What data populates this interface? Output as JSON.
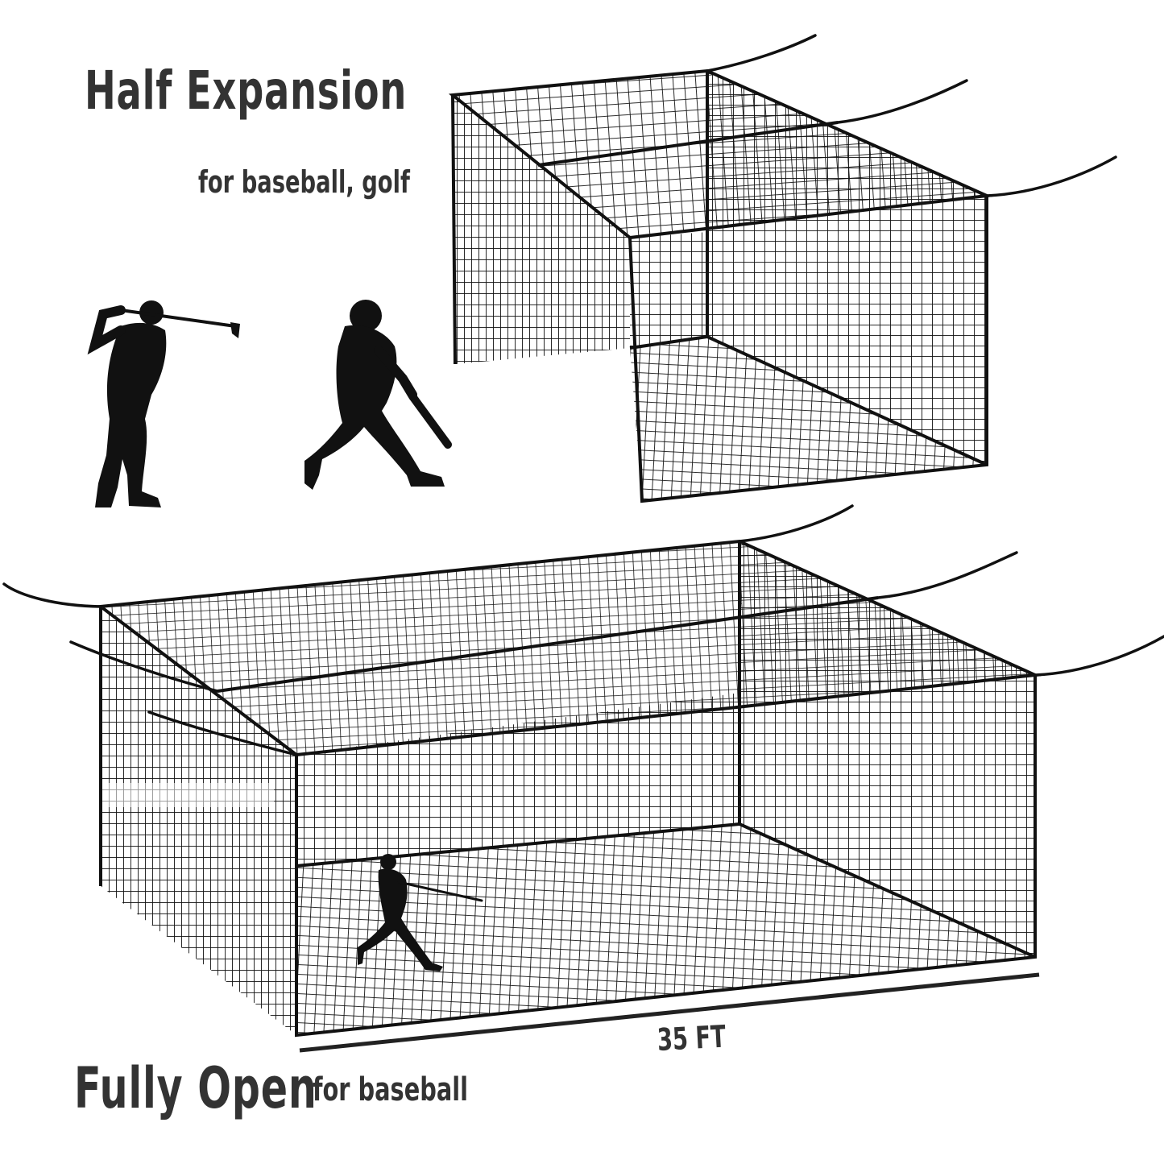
{
  "half": {
    "title": "Half Expansion",
    "subtitle": "for baseball, golf"
  },
  "full": {
    "title": "Fully Open",
    "subtitle": "for baseball"
  },
  "dimension": {
    "label": "35 FT"
  },
  "colors": {
    "ink": "#111111",
    "text": "#333333",
    "background": "#ffffff"
  },
  "icons": [
    "golfer-silhouette-icon",
    "batter-silhouette-icon",
    "small-batter-silhouette-icon"
  ]
}
